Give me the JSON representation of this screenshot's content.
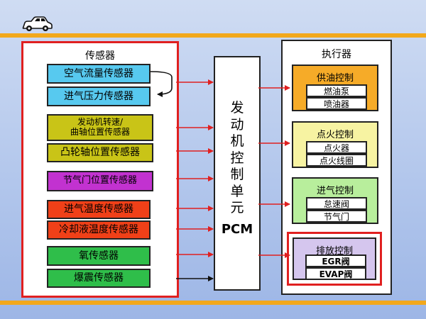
{
  "sensors": {
    "title": "传感器",
    "items": [
      {
        "label": "空气流量传感器",
        "color": "#57c9ef"
      },
      {
        "label": "进气压力传感器",
        "color": "#57c9ef"
      },
      {
        "label": "发动机转速/曲轴位置传感器",
        "color": "#c9c417"
      },
      {
        "label": "凸轮轴位置传感器",
        "color": "#c9c417"
      },
      {
        "label": "节气门位置传感器",
        "color": "#c232d0"
      },
      {
        "label": "进气温度传感器",
        "color": "#f04018"
      },
      {
        "label": "冷却液温度传感器",
        "color": "#f04018"
      },
      {
        "label": "氧传感器",
        "color": "#2fbe4a"
      },
      {
        "label": "爆震传感器",
        "color": "#2fbe4a"
      }
    ]
  },
  "pcm": {
    "name": "发动机控制单元",
    "abbr": "PCM"
  },
  "actuators": {
    "title": "执行器",
    "groups": [
      {
        "title": "供油控制",
        "color": "#f6ab28",
        "items": [
          "燃油泵",
          "喷油器"
        ]
      },
      {
        "title": "点火控制",
        "color": "#f7f3a2",
        "items": [
          "点火器",
          "点火线圈"
        ]
      },
      {
        "title": "进气控制",
        "color": "#b8ee9c",
        "items": [
          "怠速阀",
          "节气门"
        ]
      },
      {
        "title": "排放控制",
        "color": "#d5c6ee",
        "items": [
          "EGR阀",
          "EVAP阀"
        ]
      }
    ]
  },
  "colors": {
    "accent_stripe": "#f2a81c",
    "sensor_border": "#e02020",
    "arrow_red": "#e02020",
    "arrow_black": "#111111",
    "item_fill": "#ffffff"
  },
  "icons": {
    "logo": "car-icon"
  }
}
